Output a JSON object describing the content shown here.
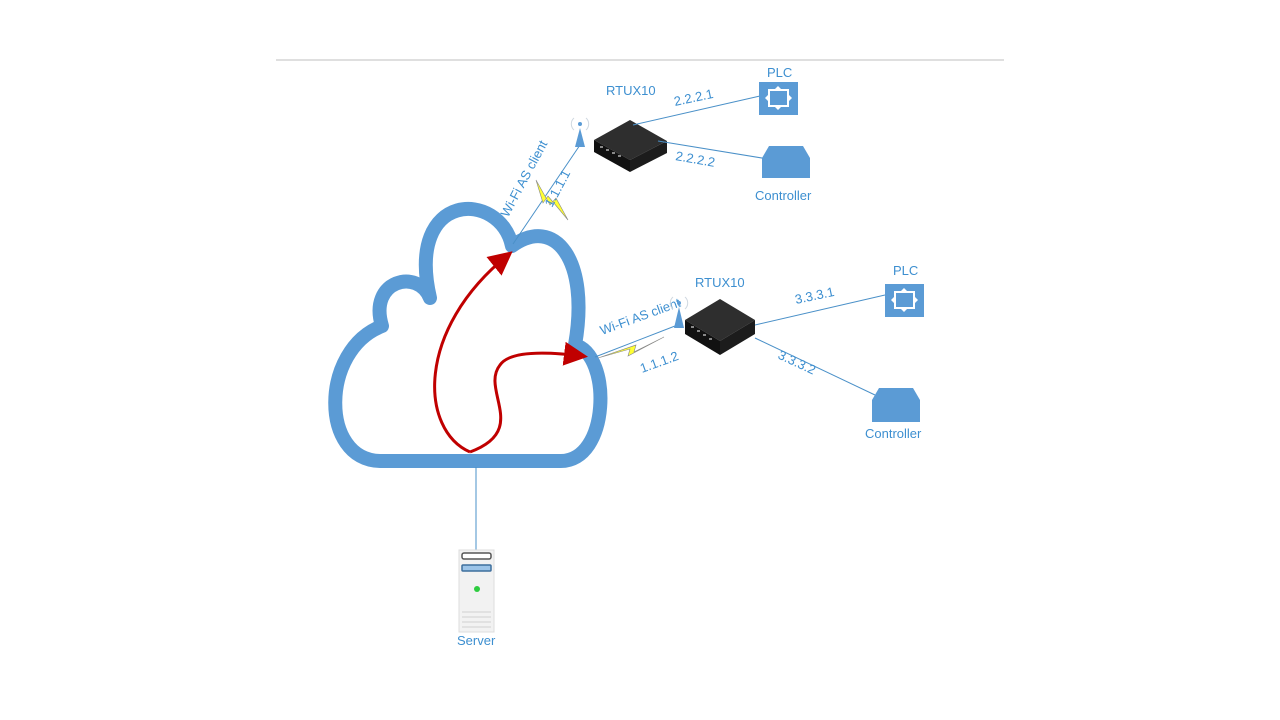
{
  "diagram": {
    "routers": [
      {
        "name": "RTUX10",
        "wifi_label": "Wi-Fi AS client",
        "wifi_ip": "1.1.1.1",
        "plc": {
          "label": "PLC",
          "ip": "2.2.2.1"
        },
        "controller": {
          "label": "Controller",
          "ip": "2.2.2.2"
        }
      },
      {
        "name": "RTUX10",
        "wifi_label": "Wi-Fi AS client",
        "wifi_ip": "1.1.1.2",
        "plc": {
          "label": "PLC",
          "ip": "3.3.3.1"
        },
        "controller": {
          "label": "Controller",
          "ip": "3.3.3.2"
        }
      }
    ],
    "server": {
      "label": "Server"
    }
  },
  "colors": {
    "cloud": "#5b9bd5",
    "link": "#4a90c8",
    "arrow": "#c00000",
    "lightning": "#ffff33",
    "device": "#5b9bd5",
    "router": "#222222",
    "separator": "#bfbfbf"
  }
}
